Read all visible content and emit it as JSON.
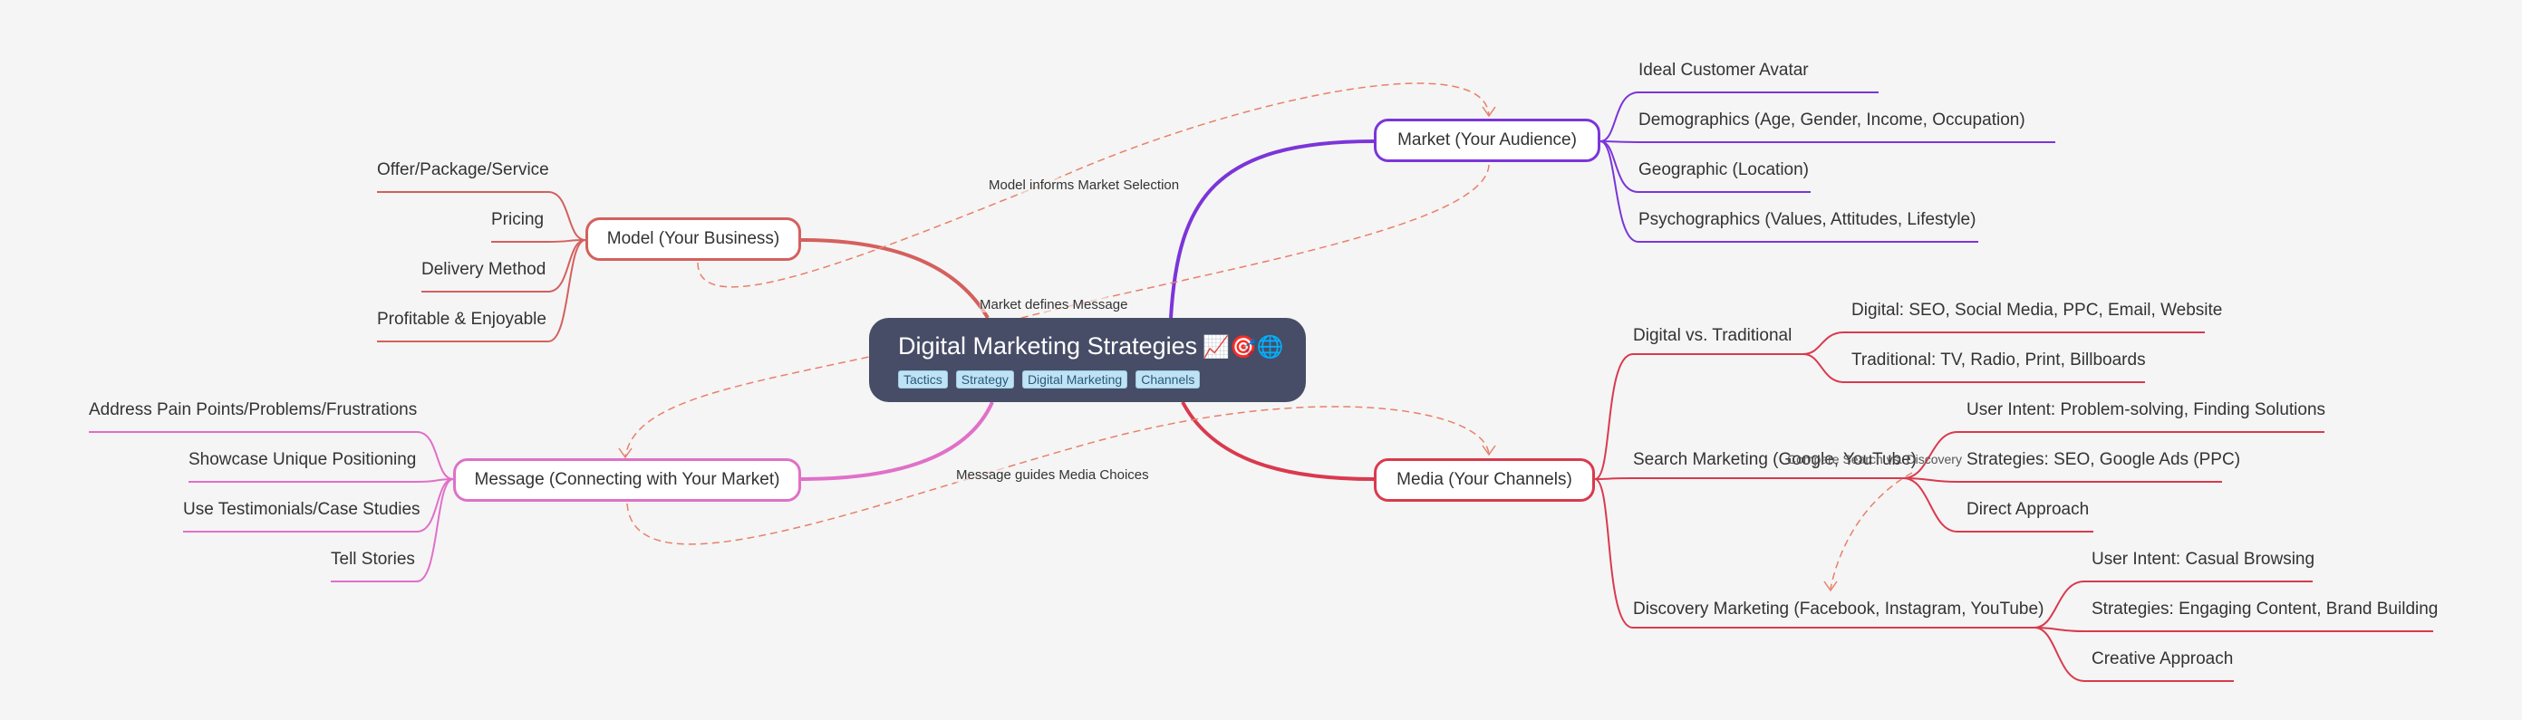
{
  "root": {
    "title": "Digital Marketing Strategies",
    "emoji": "📈🎯🌐",
    "tags": [
      "Tactics",
      "Strategy",
      "Digital Marketing",
      "Channels"
    ]
  },
  "branches": {
    "market": {
      "label": "Market (Your Audience)",
      "color": "#7b35d9",
      "children": [
        "Ideal Customer Avatar",
        "Demographics (Age, Gender, Income, Occupation)",
        "Geographic (Location)",
        "Psychographics (Values, Attitudes, Lifestyle)"
      ]
    },
    "model": {
      "label": "Model (Your Business)",
      "color": "#d4605e",
      "children": [
        "Offer/Package/Service",
        "Pricing",
        "Delivery Method",
        "Profitable & Enjoyable"
      ]
    },
    "message": {
      "label": "Message (Connecting with Your Market)",
      "color": "#e070c8",
      "children": [
        "Address Pain Points/Problems/Frustrations",
        "Showcase Unique Positioning",
        "Use Testimonials/Case Studies",
        "Tell Stories"
      ]
    },
    "media": {
      "label": "Media (Your Channels)",
      "color": "#d93a4e",
      "children": [
        {
          "label": "Digital vs. Traditional",
          "children": [
            "Digital: SEO, Social Media, PPC, Email, Website",
            "Traditional: TV, Radio, Print, Billboards"
          ]
        },
        {
          "label": "Search Marketing (Google, YouTube)",
          "children": [
            "User Intent: Problem-solving, Finding Solutions",
            "Strategies: SEO, Google Ads (PPC)",
            "Direct Approach"
          ]
        },
        {
          "label": "Discovery Marketing (Facebook, Instagram, YouTube)",
          "children": [
            "User Intent: Casual Browsing",
            "Strategies: Engaging Content, Brand Building",
            "Creative Approach"
          ]
        }
      ]
    }
  },
  "relationships": [
    {
      "label": "Model informs Market Selection"
    },
    {
      "label": "Market defines Message"
    },
    {
      "label": "Message guides Media Choices"
    },
    {
      "label": "Compare Search vs. Discovery"
    }
  ],
  "colors": {
    "relationship": "#e8806a",
    "root_bg": "#474d66",
    "tag_bg": "#bfe3f5"
  }
}
